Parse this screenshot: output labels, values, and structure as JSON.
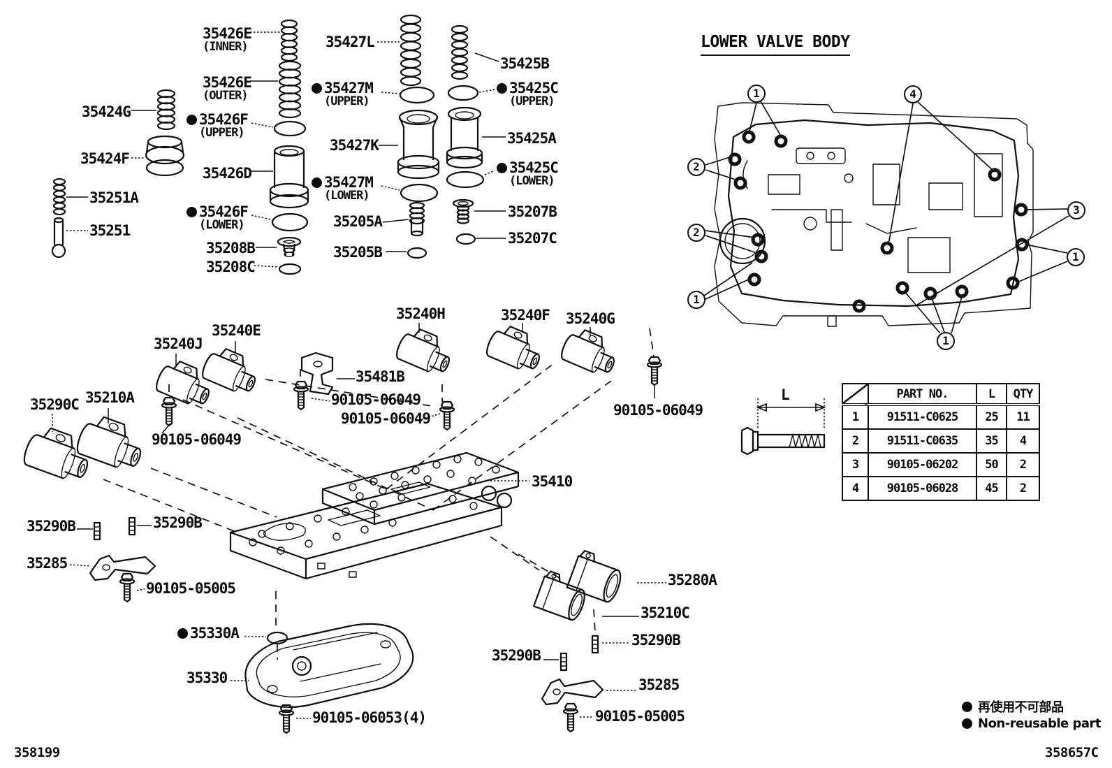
{
  "page": {
    "code_left": "358199",
    "code_right": "358657C"
  },
  "section": {
    "title": "LOWER VALVE BODY"
  },
  "legend": {
    "jp": "再使用不可部品",
    "en": "Non-reusable part"
  },
  "dim": {
    "label": "L"
  },
  "callouts": {
    "items": [
      "1",
      "4",
      "2",
      "2",
      "1",
      "3",
      "1",
      "1"
    ]
  },
  "table": {
    "headers": {
      "part": "PART NO.",
      "l": "L",
      "qty": "QTY"
    },
    "rows": [
      {
        "ref": "1",
        "part": "91511-C0625",
        "l": "25",
        "qty": "11"
      },
      {
        "ref": "2",
        "part": "91511-C0635",
        "l": "35",
        "qty": "4"
      },
      {
        "ref": "3",
        "part": "90105-06202",
        "l": "50",
        "qty": "2"
      },
      {
        "ref": "4",
        "part": "90105-06028",
        "l": "45",
        "qty": "2"
      }
    ]
  },
  "labels": [
    {
      "text": "35426E",
      "sub": "(INNER)"
    },
    {
      "text": "35427L"
    },
    {
      "text": "35425B"
    },
    {
      "text": "35426E",
      "sub": "(OUTER)"
    },
    {
      "text": "35427M",
      "sub": "(UPPER)",
      "dot": true
    },
    {
      "text": "35425C",
      "sub": "(UPPER)",
      "dot": true
    },
    {
      "text": "35424G"
    },
    {
      "text": "35426F",
      "sub": "(UPPER)",
      "dot": true
    },
    {
      "text": "35427K"
    },
    {
      "text": "35425A"
    },
    {
      "text": "35424F"
    },
    {
      "text": "35426D"
    },
    {
      "text": "35425C",
      "sub": "(LOWER)",
      "dot": true
    },
    {
      "text": "35427M",
      "sub": "(LOWER)",
      "dot": true
    },
    {
      "text": "35251A"
    },
    {
      "text": "35426F",
      "sub": "(LOWER)",
      "dot": true
    },
    {
      "text": "35205A"
    },
    {
      "text": "35207B"
    },
    {
      "text": "35251"
    },
    {
      "text": "35207C"
    },
    {
      "text": "35208B"
    },
    {
      "text": "35205B"
    },
    {
      "text": "35208C"
    },
    {
      "text": "35240E"
    },
    {
      "text": "35240J"
    },
    {
      "text": "35240H"
    },
    {
      "text": "35240F"
    },
    {
      "text": "35240G"
    },
    {
      "text": "35481B"
    },
    {
      "text": "90105-06049"
    },
    {
      "text": "90105-06049"
    },
    {
      "text": "90105-06049"
    },
    {
      "text": "90105-06049"
    },
    {
      "text": "35290C"
    },
    {
      "text": "35210A"
    },
    {
      "text": "35410"
    },
    {
      "text": "35290B"
    },
    {
      "text": "35290B"
    },
    {
      "text": "35285"
    },
    {
      "text": "90105-05005"
    },
    {
      "text": "35330A",
      "dot": true
    },
    {
      "text": "35330"
    },
    {
      "text": "90105-06053(4)"
    },
    {
      "text": "35280A"
    },
    {
      "text": "35210C"
    },
    {
      "text": "35290B"
    },
    {
      "text": "35290B"
    },
    {
      "text": "35285"
    },
    {
      "text": "90105-05005"
    }
  ]
}
